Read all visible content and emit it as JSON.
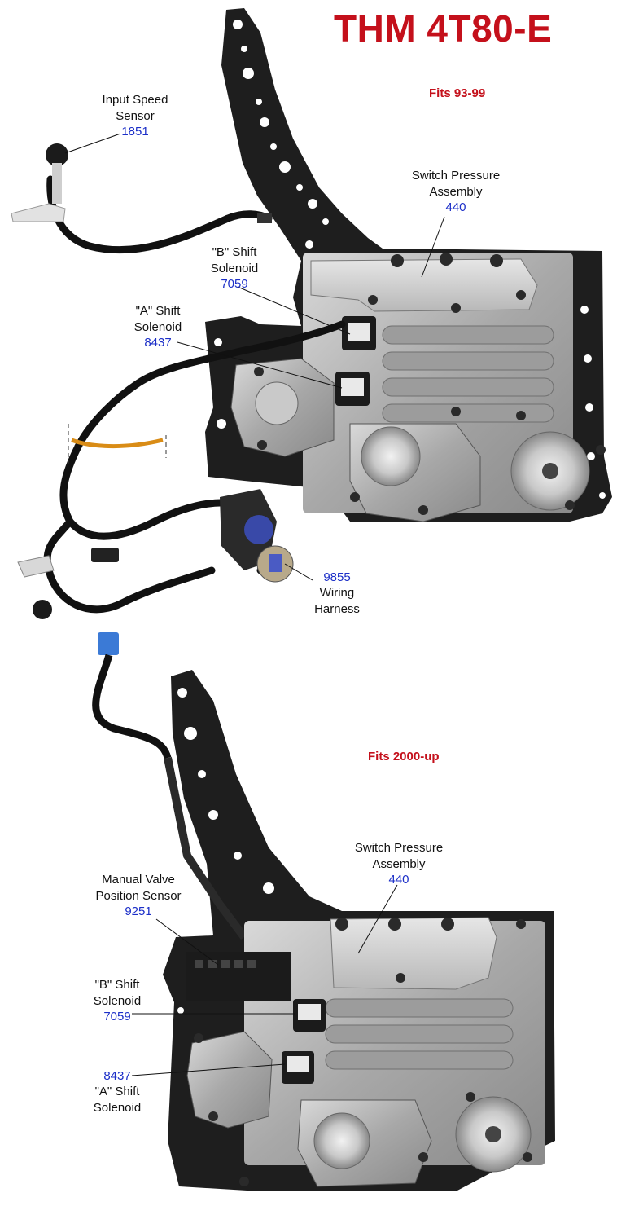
{
  "title": "THM 4T80-E",
  "top_section": {
    "fits": "Fits 93-99",
    "labels": {
      "input_speed_sensor": {
        "name_line1": "Input Speed",
        "name_line2": "Sensor",
        "part": "1851"
      },
      "switch_pressure": {
        "name_line1": "Switch Pressure",
        "name_line2": "Assembly",
        "part": "440"
      },
      "b_shift": {
        "name_line1": "\"B\" Shift",
        "name_line2": "Solenoid",
        "part": "7059"
      },
      "a_shift": {
        "name_line1": "\"A\" Shift",
        "name_line2": "Solenoid",
        "part": "8437"
      },
      "wiring_harness": {
        "part": "9855",
        "name_line1": "Wiring",
        "name_line2": "Harness"
      }
    }
  },
  "bottom_section": {
    "fits": "Fits 2000-up",
    "labels": {
      "switch_pressure": {
        "name_line1": "Switch Pressure",
        "name_line2": "Assembly",
        "part": "440"
      },
      "manual_valve": {
        "name_line1": "Manual Valve",
        "name_line2": "Position Sensor",
        "part": "9251"
      },
      "b_shift": {
        "name_line1": "\"B\" Shift",
        "name_line2": "Solenoid",
        "part": "7059"
      },
      "a_shift": {
        "part": "8437",
        "name_line1": "\"A\" Shift",
        "name_line2": "Solenoid"
      }
    }
  },
  "colors": {
    "title_red": "#c4101b",
    "part_blue": "#1c2fc8",
    "gasket_black": "#1e1e1e",
    "valve_body_gray": "#b9b9b9"
  }
}
